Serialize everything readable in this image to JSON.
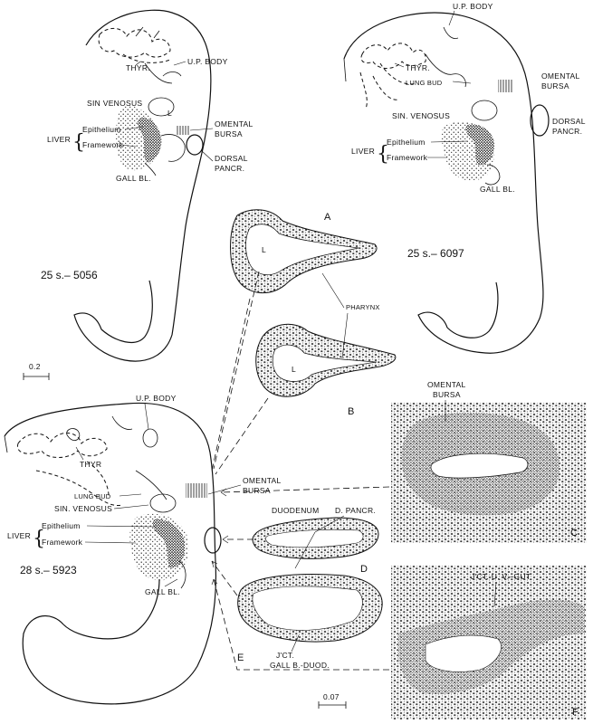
{
  "embryos": {
    "e1": {
      "stage": "25 s.– 5056",
      "up_body": "U.P. BODY",
      "thyr": "THYR.",
      "sin_venosus": "SIN VENOSUS",
      "lumen": "L",
      "liver": "LIVER",
      "epithelium": "Epithelium",
      "framework": "Framework",
      "omental": "OMENTAL",
      "bursa": "BURSA",
      "dorsal": "DORSAL",
      "pancr": "PANCR.",
      "gall": "GALL BL."
    },
    "e2": {
      "stage": "25 s.– 6097",
      "up_body": "U.P. BODY",
      "thyr": "THYR.",
      "lung_bud": "LUNG BUD",
      "sin_venosus": "SIN. VENOSUS",
      "liver": "LIVER",
      "epithelium": "Epithelium",
      "framework": "Framework",
      "omental": "OMENTAL",
      "bursa": "BURSA",
      "dorsal": "DORSAL",
      "pancr": "PANCR.",
      "gall": "GALL BL."
    },
    "e3": {
      "stage": "28 s.– 5923",
      "up_body": "U.P. BODY",
      "thyr": "THYR",
      "lung_bud": "LUNG BUD",
      "sin_venosus": "SIN. VENOSUS",
      "liver": "LIVER",
      "epithelium": "Epithelium",
      "framework": "Framework",
      "omental": "OMENTAL",
      "bursa": "BURSA",
      "gall": "GALL BL."
    }
  },
  "sections": {
    "A": "A",
    "B": "B",
    "C": "C",
    "D": "D",
    "E": "E",
    "F": "F",
    "lumen": "L",
    "pharynx": "PHARYNX",
    "omental": "OMENTAL",
    "bursa": "BURSA",
    "duodenum": "DUODENUM",
    "d_pancr": "D. PANCR.",
    "jct1": "J'CT.",
    "jct_gall": "GALL B.-DUOD.",
    "jct_uv": "J'CT. U. V.–GUT"
  },
  "scales": {
    "left": "0.2",
    "bottom": "0.07"
  }
}
